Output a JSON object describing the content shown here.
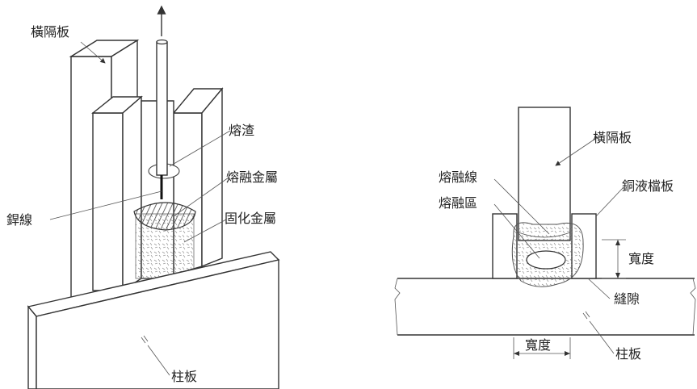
{
  "left_diagram": {
    "labels": {
      "plate": "橫隔板",
      "slag": "熔渣",
      "molten_metal": "熔融金屬",
      "wire": "銲線",
      "solid_metal": "固化金屬",
      "column": "柱板"
    }
  },
  "right_diagram": {
    "labels": {
      "plate": "橫隔板",
      "fusion_line": "熔融線",
      "fusion_zone": "熔融區",
      "backing": "銅液檔板",
      "width_right": "寬度",
      "gap": "縫隙",
      "width_bottom": "寬度",
      "column": "柱板"
    }
  }
}
